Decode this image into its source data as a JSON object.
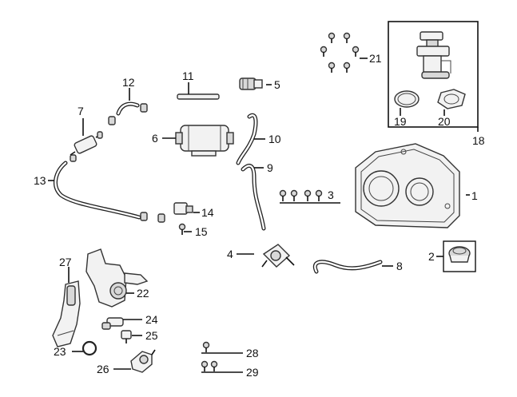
{
  "callouts": {
    "c1": "1",
    "c2": "2",
    "c3": "3",
    "c4": "4",
    "c5": "5",
    "c6": "6",
    "c7": "7",
    "c8": "8",
    "c9": "9",
    "c10": "10",
    "c11": "11",
    "c12": "12",
    "c13": "13",
    "c14": "14",
    "c15": "15",
    "c18": "18",
    "c19": "19",
    "c20": "20",
    "c21": "21",
    "c22": "22",
    "c23": "23",
    "c24": "24",
    "c25": "25",
    "c26": "26",
    "c27": "27",
    "c28": "28",
    "c29": "29"
  }
}
